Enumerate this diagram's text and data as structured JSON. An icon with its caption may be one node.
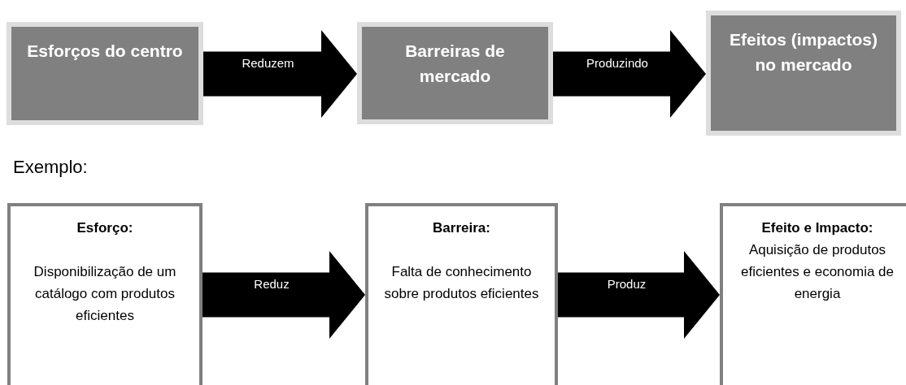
{
  "diagram": {
    "nodes": [
      {
        "text": [
          "Esforços do centro"
        ]
      },
      {
        "text": [
          "Barreiras de mercado"
        ]
      },
      {
        "text": [
          "Efeitos (impactos) no mercado"
        ]
      },
      {
        "text": [
          "Esforço:",
          "Disponibilização de um catálogo com produtos eficientes"
        ]
      },
      {
        "text": [
          "Barreira:",
          "Falta de conhecimento sobre produtos eficientes"
        ]
      },
      {
        "text": [
          "Efeito e Impacto:",
          "Aquisição de produtos eficientes e economia de energia"
        ]
      }
    ],
    "edges": [
      {
        "from": 0,
        "to": 1,
        "arrow": "to",
        "label": "Reduzem",
        "style": "thick"
      },
      {
        "from": 1,
        "to": 2,
        "arrow": "to",
        "label": "Produzindo",
        "style": "thick"
      },
      {
        "from": 3,
        "to": 4,
        "arrow": "to",
        "label": "Reduz",
        "style": "thick"
      },
      {
        "from": 4,
        "to": 5,
        "arrow": "to",
        "label": "Produz",
        "style": "thick"
      }
    ],
    "labels": [
      "Exemplo:"
    ]
  }
}
